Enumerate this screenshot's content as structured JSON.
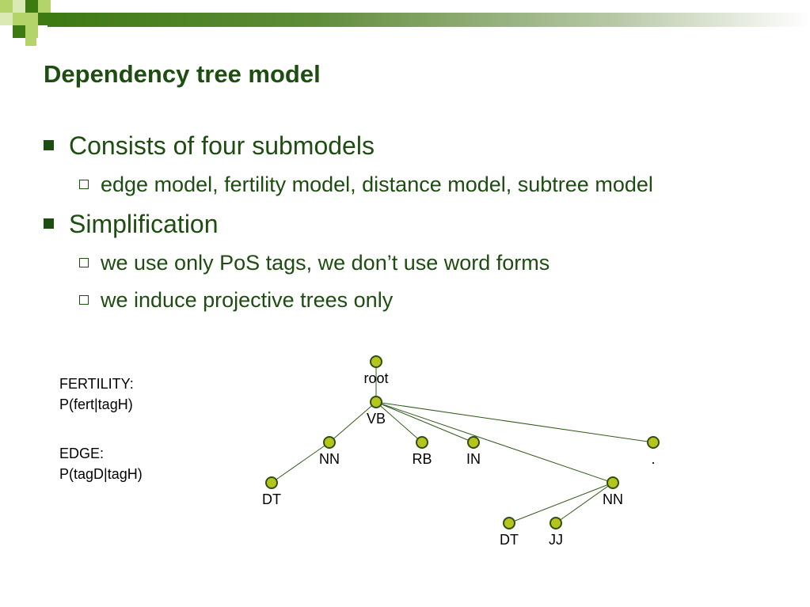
{
  "slide": {
    "title": "Dependency tree model",
    "bullets": [
      {
        "text": "Consists of four submodels",
        "sub": [
          "edge model, fertility model, distance model, subtree model"
        ]
      },
      {
        "text": "Simplification",
        "sub": [
          "we use only PoS tags, we don’t use word forms",
          "we induce projective trees only"
        ]
      }
    ],
    "notes": {
      "fertility_heading": "FERTILITY:",
      "fertility_formula": "P(fert|tagH)",
      "edge_heading": "EDGE:",
      "edge_formula": "P(tagD|tagH)"
    }
  },
  "tree": {
    "nodes": [
      {
        "id": "root",
        "label": "root"
      },
      {
        "id": "VB",
        "label": "VB"
      },
      {
        "id": "NN1",
        "label": "NN"
      },
      {
        "id": "RB",
        "label": "RB"
      },
      {
        "id": "IN",
        "label": "IN"
      },
      {
        "id": "DOT",
        "label": "."
      },
      {
        "id": "DT1",
        "label": "DT"
      },
      {
        "id": "NN2",
        "label": "NN"
      },
      {
        "id": "DT2",
        "label": "DT"
      },
      {
        "id": "JJ",
        "label": "JJ"
      }
    ],
    "edges": [
      [
        "root",
        "VB"
      ],
      [
        "VB",
        "NN1"
      ],
      [
        "VB",
        "RB"
      ],
      [
        "VB",
        "IN"
      ],
      [
        "VB",
        "DOT"
      ],
      [
        "NN1",
        "DT1"
      ],
      [
        "VB",
        "NN2"
      ],
      [
        "NN2",
        "DT2"
      ],
      [
        "NN2",
        "JJ"
      ]
    ]
  },
  "colors": {
    "title": "#1d4d10",
    "node_fill": "#b5c51b",
    "node_stroke": "#2f4f14",
    "edge": "#2f5a1a"
  }
}
